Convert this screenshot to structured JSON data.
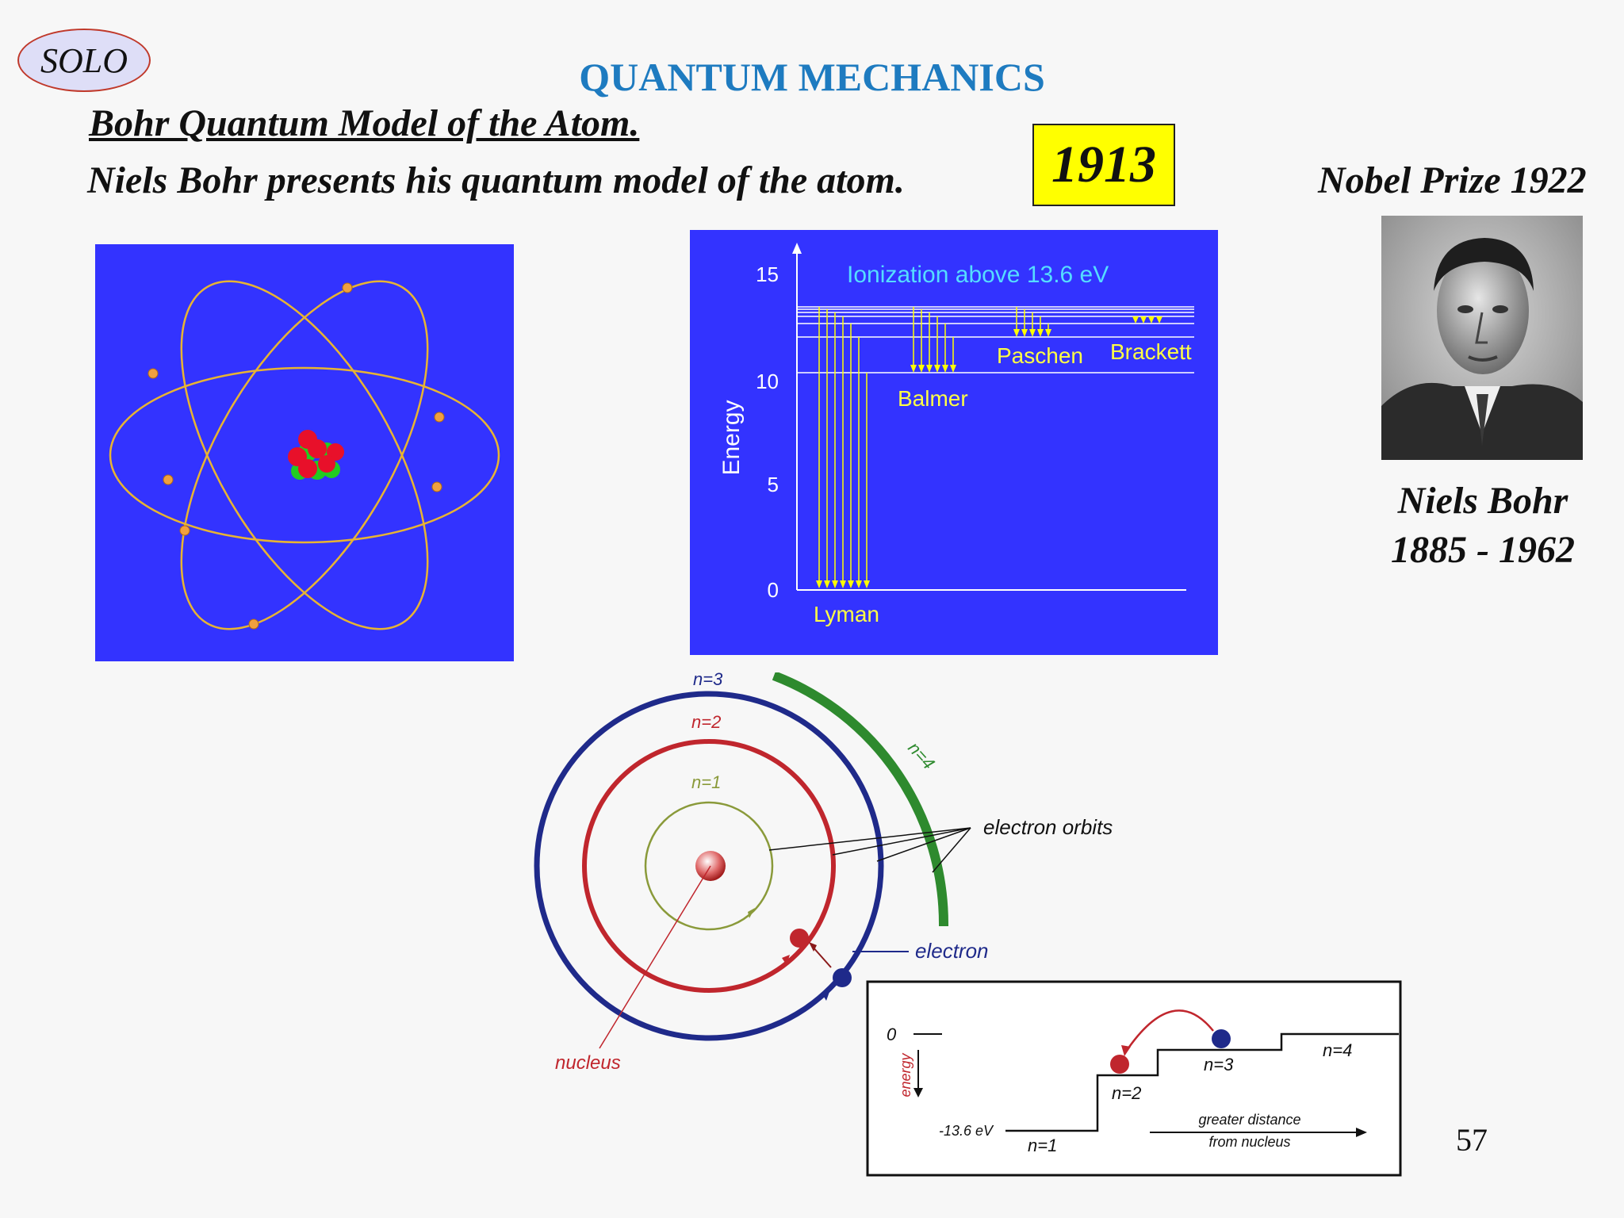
{
  "badge": {
    "text": "SOLO"
  },
  "header": {
    "title": "QUANTUM MECHANICS",
    "subtitle": "Bohr Quantum Model of the Atom.",
    "description": "Niels Bohr presents his quantum model of the atom.",
    "year": "1913",
    "award": "Nobel Prize 1922"
  },
  "person": {
    "name": "Niels Bohr",
    "years": "1885 - 1962"
  },
  "energy_diagram": {
    "ionization": "Ionization above 13.6 eV",
    "axis_label": "Energy",
    "ticks": [
      "15",
      "10",
      "5",
      "0"
    ],
    "series": [
      "Lyman",
      "Balmer",
      "Paschen",
      "Brackett"
    ]
  },
  "orbit_diagram": {
    "labels": {
      "n1": "n=1",
      "n2": "n=2",
      "n3": "n=3",
      "n4": "n=4",
      "electron_orbits": "electron orbits",
      "electron": "electron",
      "nucleus": "nucleus"
    },
    "inset": {
      "zero": "0",
      "energy": "energy",
      "ground": "-13.6 eV",
      "n1": "n=1",
      "n2": "n=2",
      "n3": "n=3",
      "n4": "n=4",
      "distance_line1": "greater distance",
      "distance_line2": "from nucleus"
    }
  },
  "colors": {
    "title": "#1e7bc0",
    "panel_blue": "#3333ff",
    "orbit_yellow": "#e8b432",
    "n1": "#8a9a3a",
    "n2": "#c0262d",
    "n3": "#1f2a8a",
    "n4": "#2e8a2e",
    "year_bg": "#ffff00"
  },
  "footer": {
    "page": "57"
  }
}
